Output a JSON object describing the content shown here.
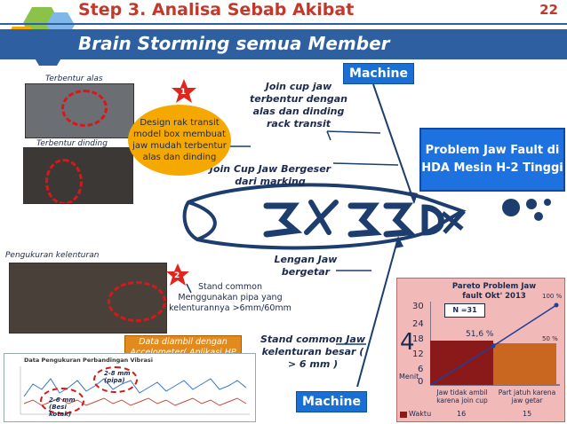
{
  "header": {
    "step_title": "Step 3. Analisa Sebab Akibat",
    "page_number": "22",
    "subtitle": "Brain Storming semua Member"
  },
  "machine_top": "Machine",
  "machine_bottom": "Machine",
  "photos": {
    "label_alas": "Terbentur alas",
    "label_dinding": "Terbentur dinding",
    "label_kelenturan": "Pengukuran kelenturan"
  },
  "star1": "1",
  "star2": "2",
  "callout1": "Design rak transit model box membuat jaw mudah terbentur alas dan dinding",
  "callout2": "Stand common Menggunakan pipa yang kelenturannya >6mm/60mm",
  "causes": {
    "c1": "Join cup jaw terbentur dengan alas dan dinding rack transit",
    "c2": "Join Cup Jaw Bergeser dari marking",
    "c3": "Lengan Jaw bergetar",
    "c4": "Stand common Jaw kelenturan besar ( > 6 mm )"
  },
  "problem": "Problem Jaw Fault di HDA Mesin H-2 Tinggi",
  "data_note": "Data diambil dengan Accelometer( Aplikasi HP ANDROID )",
  "vibration_chart": {
    "title": "Data Pengukuran Perbandingan Vibrasi",
    "label_pipa": "2-8 mm (pipa)",
    "label_besi": "2-6 mm (Besi kotak)"
  },
  "chart_data": {
    "type": "bar",
    "title": "Pareto Problem Jaw fault Okt' 2013",
    "annotation_n": "N =31",
    "categories": [
      "Jaw tidak ambil karena join cup",
      "Part jatuh karena jaw getar"
    ],
    "series": [
      {
        "name": "Waktu",
        "values": [
          16,
          15
        ]
      }
    ],
    "cumulative_label": "51,6 %",
    "y_ticks": [
      "30",
      "24",
      "18",
      "12",
      "6",
      "0"
    ],
    "ylabel": "Menit",
    "ylim": [
      0,
      30
    ],
    "right_ticks": [
      "100 %",
      "50 %"
    ],
    "legend_label": "Waktu",
    "colors": {
      "bar1": "#8a1a1a",
      "bar2": "#c9661f",
      "line": "#1d3f9e"
    }
  },
  "colors": {
    "accent": "#2e5fa0",
    "title": "#c0392b",
    "machine": "#1a6fd4",
    "problem": "#1e72e0"
  }
}
